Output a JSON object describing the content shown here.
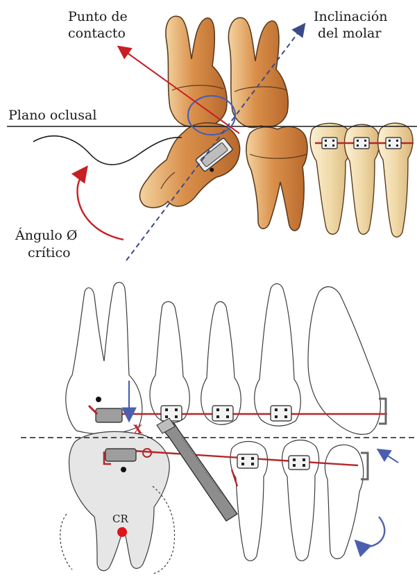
{
  "labels": {
    "contact_point_line1": "Punto de",
    "contact_point_line2": "contacto",
    "molar_tilt_line1": "Inclinación",
    "molar_tilt_line2": "del molar",
    "occlusal_plane": "Plano oclusal",
    "critical_angle_line1": "Ángulo Ø",
    "critical_angle_line2": "crítico",
    "cr_marker": "CR",
    "x_marker": "X"
  },
  "colors": {
    "tooth_fill": "#dc9a57",
    "tooth_light": "#f2ddb0",
    "tooth_outline": "#5b3a1e",
    "outline_gray": "#3b3b3b",
    "wire_red": "#b5262b",
    "arrow_red": "#c81e25",
    "circle_blue": "#4b5fb0",
    "dash_blue": "#3a4a8a",
    "cr_red": "#e0141b"
  },
  "icons": {
    "bracket": "bracket-icon",
    "ligature_hook": "hook-icon",
    "curved_arrow": "rotation-arrow-icon",
    "instrument": "ligature-director-icon"
  }
}
